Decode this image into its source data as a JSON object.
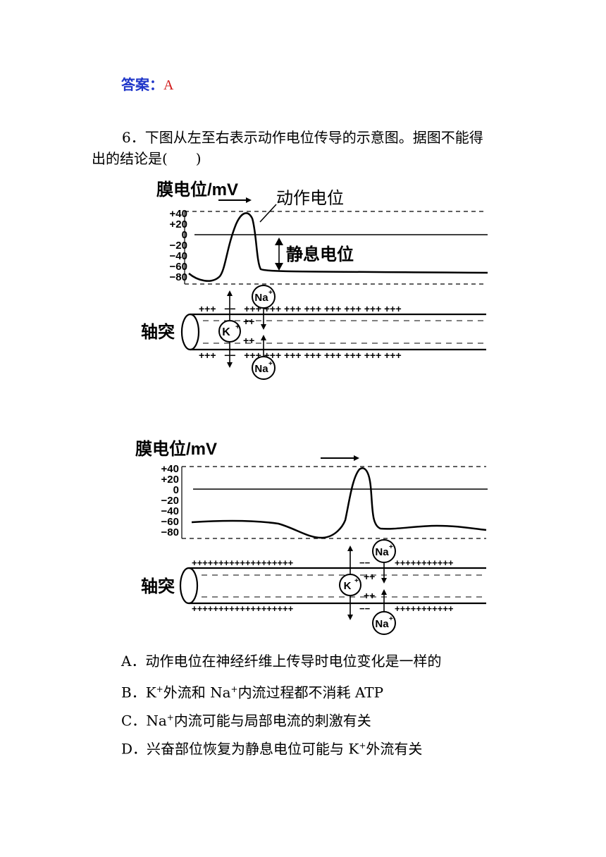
{
  "answer": {
    "label": "答案：",
    "value": "A"
  },
  "question": {
    "number": "6．",
    "line1": "下图从左至右表示动作电位传导的示意图。据图不能得",
    "line2": "出的结论是(　　)"
  },
  "figure1": {
    "ylabel": "膜电位/mV",
    "ticks": [
      "+40",
      "+20",
      "0",
      "−20",
      "−40",
      "−60",
      "−80"
    ],
    "annotation_ap": "动作电位",
    "annotation_rest": "静息电位",
    "axon_label": "轴突",
    "ion_na": "Na",
    "ion_k": "K",
    "charge_outer_top": "+++   −−   +++ +++ +++ +++ +++ +++ +++ +++",
    "charge_inner_top": "++",
    "charge_inner_bottom": "++",
    "charge_outer_bottom": "+++   −−   +++ +++ +++ +++ +++ +++ +++ +++"
  },
  "figure2": {
    "ylabel": "膜电位/mV",
    "ticks": [
      "+40",
      "+20",
      "0",
      "−20",
      "−40",
      "−60",
      "−80"
    ],
    "axon_label": "轴突",
    "ion_na": "Na",
    "ion_k": "K",
    "charge_outer_left": "+++++++++++++++++++",
    "charge_outer_mid": "−−",
    "charge_outer_right": "+++++++++++",
    "charge_inner_top": "++",
    "charge_inner_bottom": "++"
  },
  "options": [
    {
      "letter": "A．",
      "text": "动作电位在神经纤维上传导时电位变化是一样的"
    },
    {
      "letter": "B．",
      "pre": "K",
      "mid1": "外流和 Na",
      "post": "内流过程都不消耗 ATP"
    },
    {
      "letter": "C．",
      "pre": "Na",
      "post": "内流可能与局部电流的刺激有关"
    },
    {
      "letter": "D．",
      "pre": "兴奋部位恢复为静息电位可能与 K",
      "post": "外流有关"
    }
  ],
  "colors": {
    "answer_label": "#1f36c9",
    "answer_value": "#d11919"
  }
}
